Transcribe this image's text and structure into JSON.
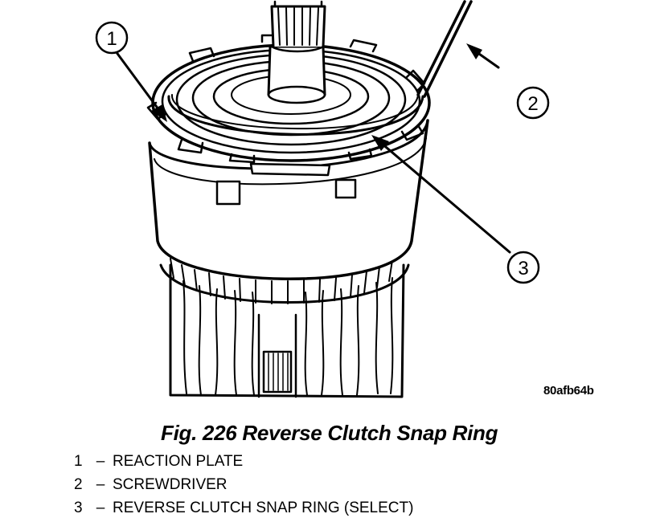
{
  "figure": {
    "image_code": "80afb64b",
    "title": "Fig. 226 Reverse Clutch Snap Ring"
  },
  "callouts": [
    "1",
    "2",
    "3"
  ],
  "legend": {
    "separator": "–",
    "items": [
      {
        "number": "1",
        "label": "REACTION PLATE"
      },
      {
        "number": "2",
        "label": "SCREWDRIVER"
      },
      {
        "number": "3",
        "label": "REVERSE CLUTCH SNAP RING (SELECT)"
      }
    ]
  },
  "colors": {
    "ink": "#000000",
    "paper": "#ffffff"
  }
}
